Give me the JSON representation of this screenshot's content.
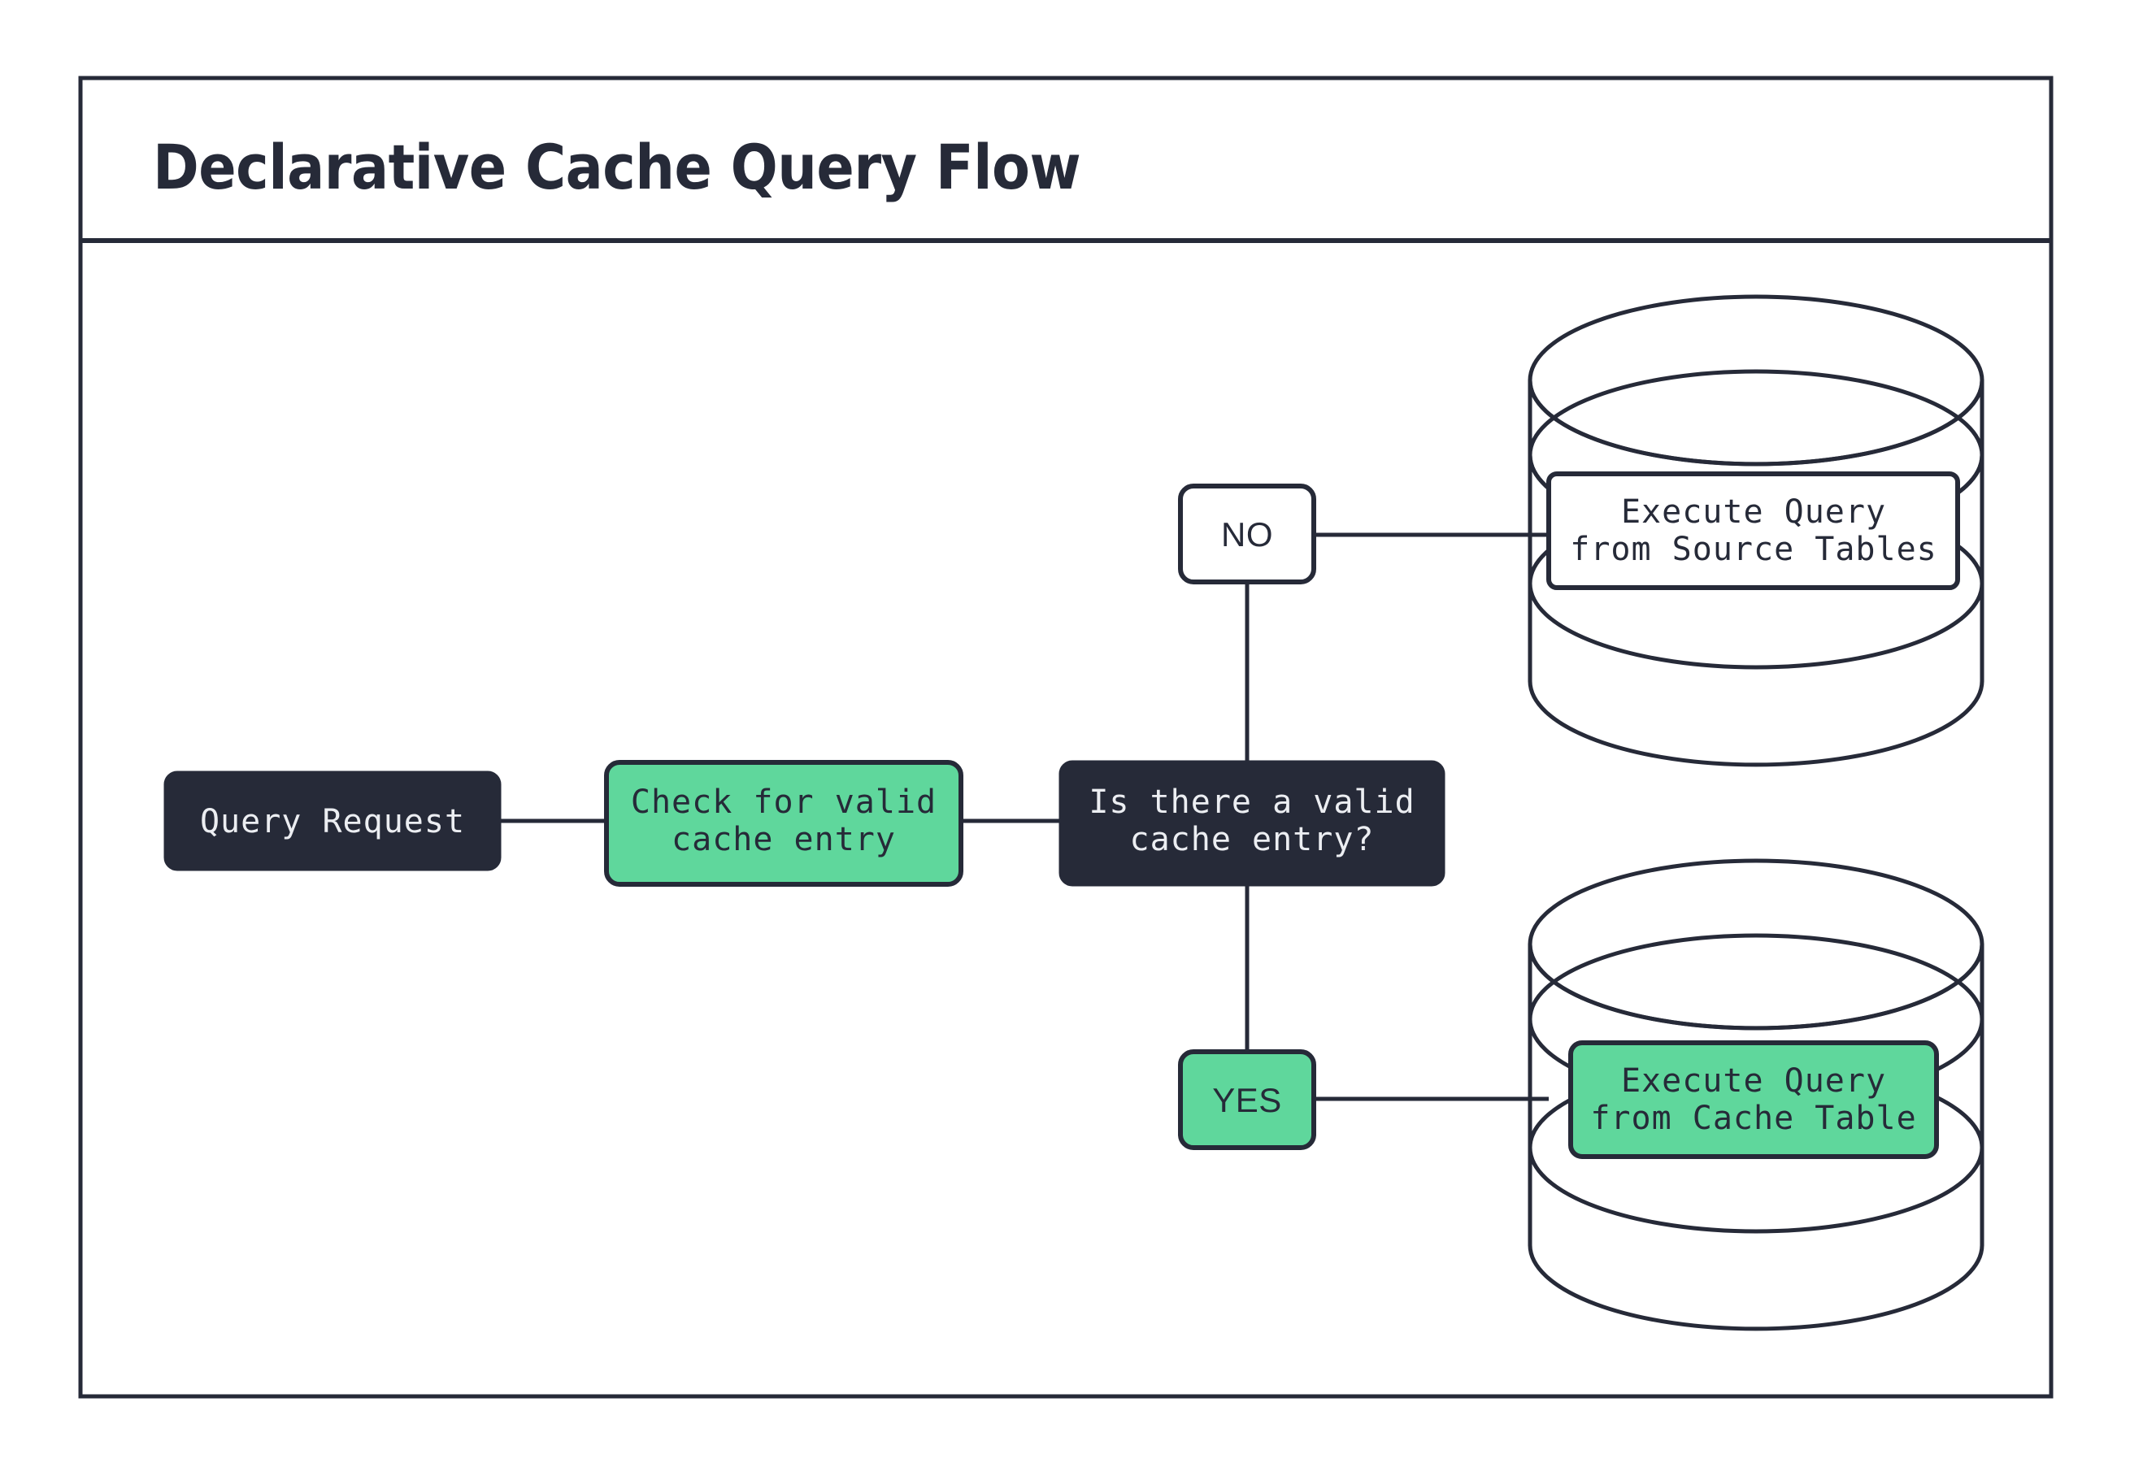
{
  "title": "Declarative Cache Query Flow",
  "frame": {
    "border_color": "#262a38",
    "background": "#ffffff"
  },
  "colors": {
    "dark": "#262a38",
    "green": "#5fd79c",
    "light_text": "#eceef2",
    "white": "#ffffff"
  },
  "nodes": {
    "query_request": {
      "label": "Query Request",
      "style": "dark"
    },
    "check_cache": {
      "line1": "Check for valid",
      "line2": "cache entry",
      "style": "green"
    },
    "decision": {
      "line1": "Is there a valid",
      "line2": "cache entry?",
      "style": "dark"
    },
    "branch_no": {
      "label": "NO",
      "style": "white"
    },
    "branch_yes": {
      "label": "YES",
      "style": "green"
    },
    "source_tables": {
      "line1": "Execute Query",
      "line2": "from Source Tables",
      "style": "white",
      "container": "database-cylinder"
    },
    "cache_table": {
      "line1": "Execute Query",
      "line2": "from Cache Table",
      "style": "green",
      "container": "database-cylinder"
    }
  },
  "edges": [
    {
      "from": "query_request",
      "to": "check_cache"
    },
    {
      "from": "check_cache",
      "to": "decision"
    },
    {
      "from": "decision",
      "to": "branch_no"
    },
    {
      "from": "branch_no",
      "to": "source_tables"
    },
    {
      "from": "decision",
      "to": "branch_yes"
    },
    {
      "from": "branch_yes",
      "to": "cache_table"
    }
  ]
}
